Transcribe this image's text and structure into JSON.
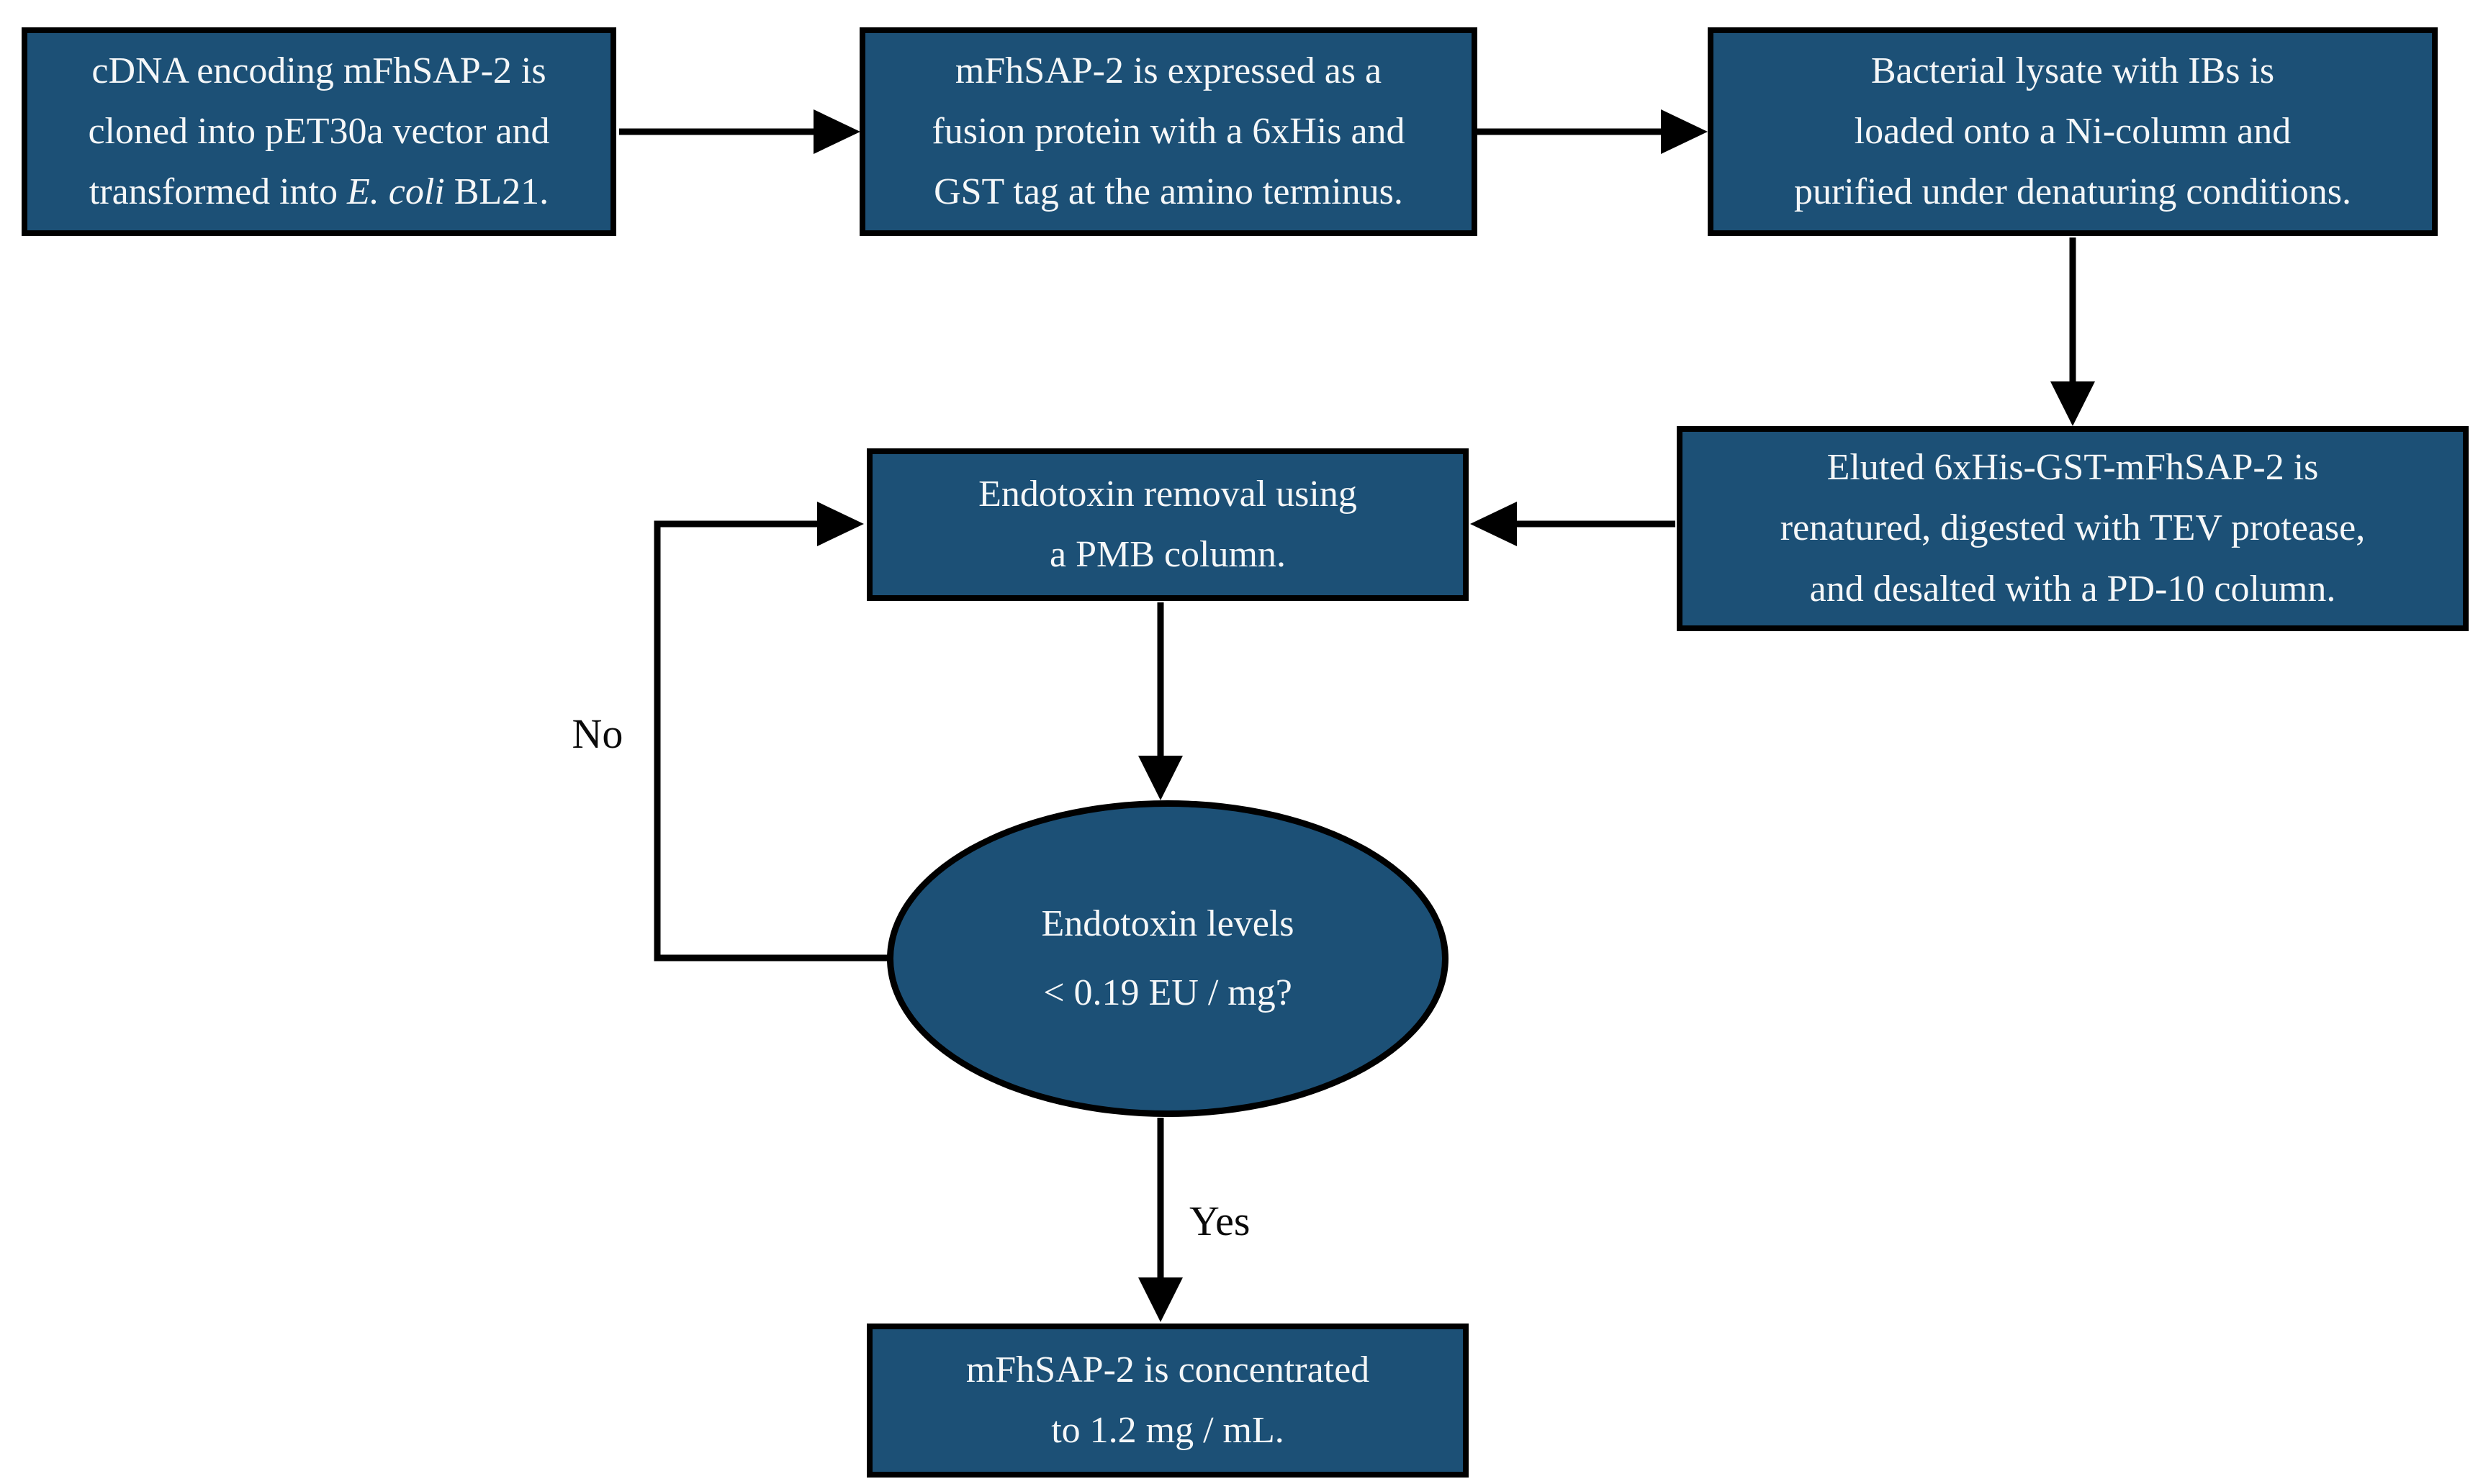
{
  "colors": {
    "background": "#ffffff",
    "node_fill": "#1c5076",
    "node_border": "#000000",
    "node_text": "#f5f7f8",
    "connector": "#000000",
    "label_text": "#0a0a0a"
  },
  "nodes": {
    "clone": {
      "line1": "cDNA encoding mFhSAP-2 is",
      "line2": "cloned into pET30a vector and",
      "line3_prefix": "transformed into ",
      "line3_italic": "E. coli",
      "line3_suffix": " BL21."
    },
    "express": {
      "line1": "mFhSAP-2 is expressed as a",
      "line2": "fusion protein with a 6xHis and",
      "line3": "GST tag at the amino terminus."
    },
    "lysate": {
      "line1": "Bacterial lysate with IBs is",
      "line2": "loaded onto a Ni-column and",
      "line3": "purified under denaturing conditions."
    },
    "eluted": {
      "line1": "Eluted 6xHis-GST-mFhSAP-2 is",
      "line2": "renatured, digested with TEV protease,",
      "line3": "and desalted with a PD-10 column."
    },
    "pmb": {
      "line1": "Endotoxin removal using",
      "line2": "a PMB column."
    },
    "decision": {
      "line1": "Endotoxin levels",
      "line2": "< 0.19 EU / mg?"
    },
    "concentrated": {
      "line1": "mFhSAP-2 is concentrated",
      "line2": "to 1.2 mg / mL."
    }
  },
  "labels": {
    "no": "No",
    "yes": "Yes"
  }
}
